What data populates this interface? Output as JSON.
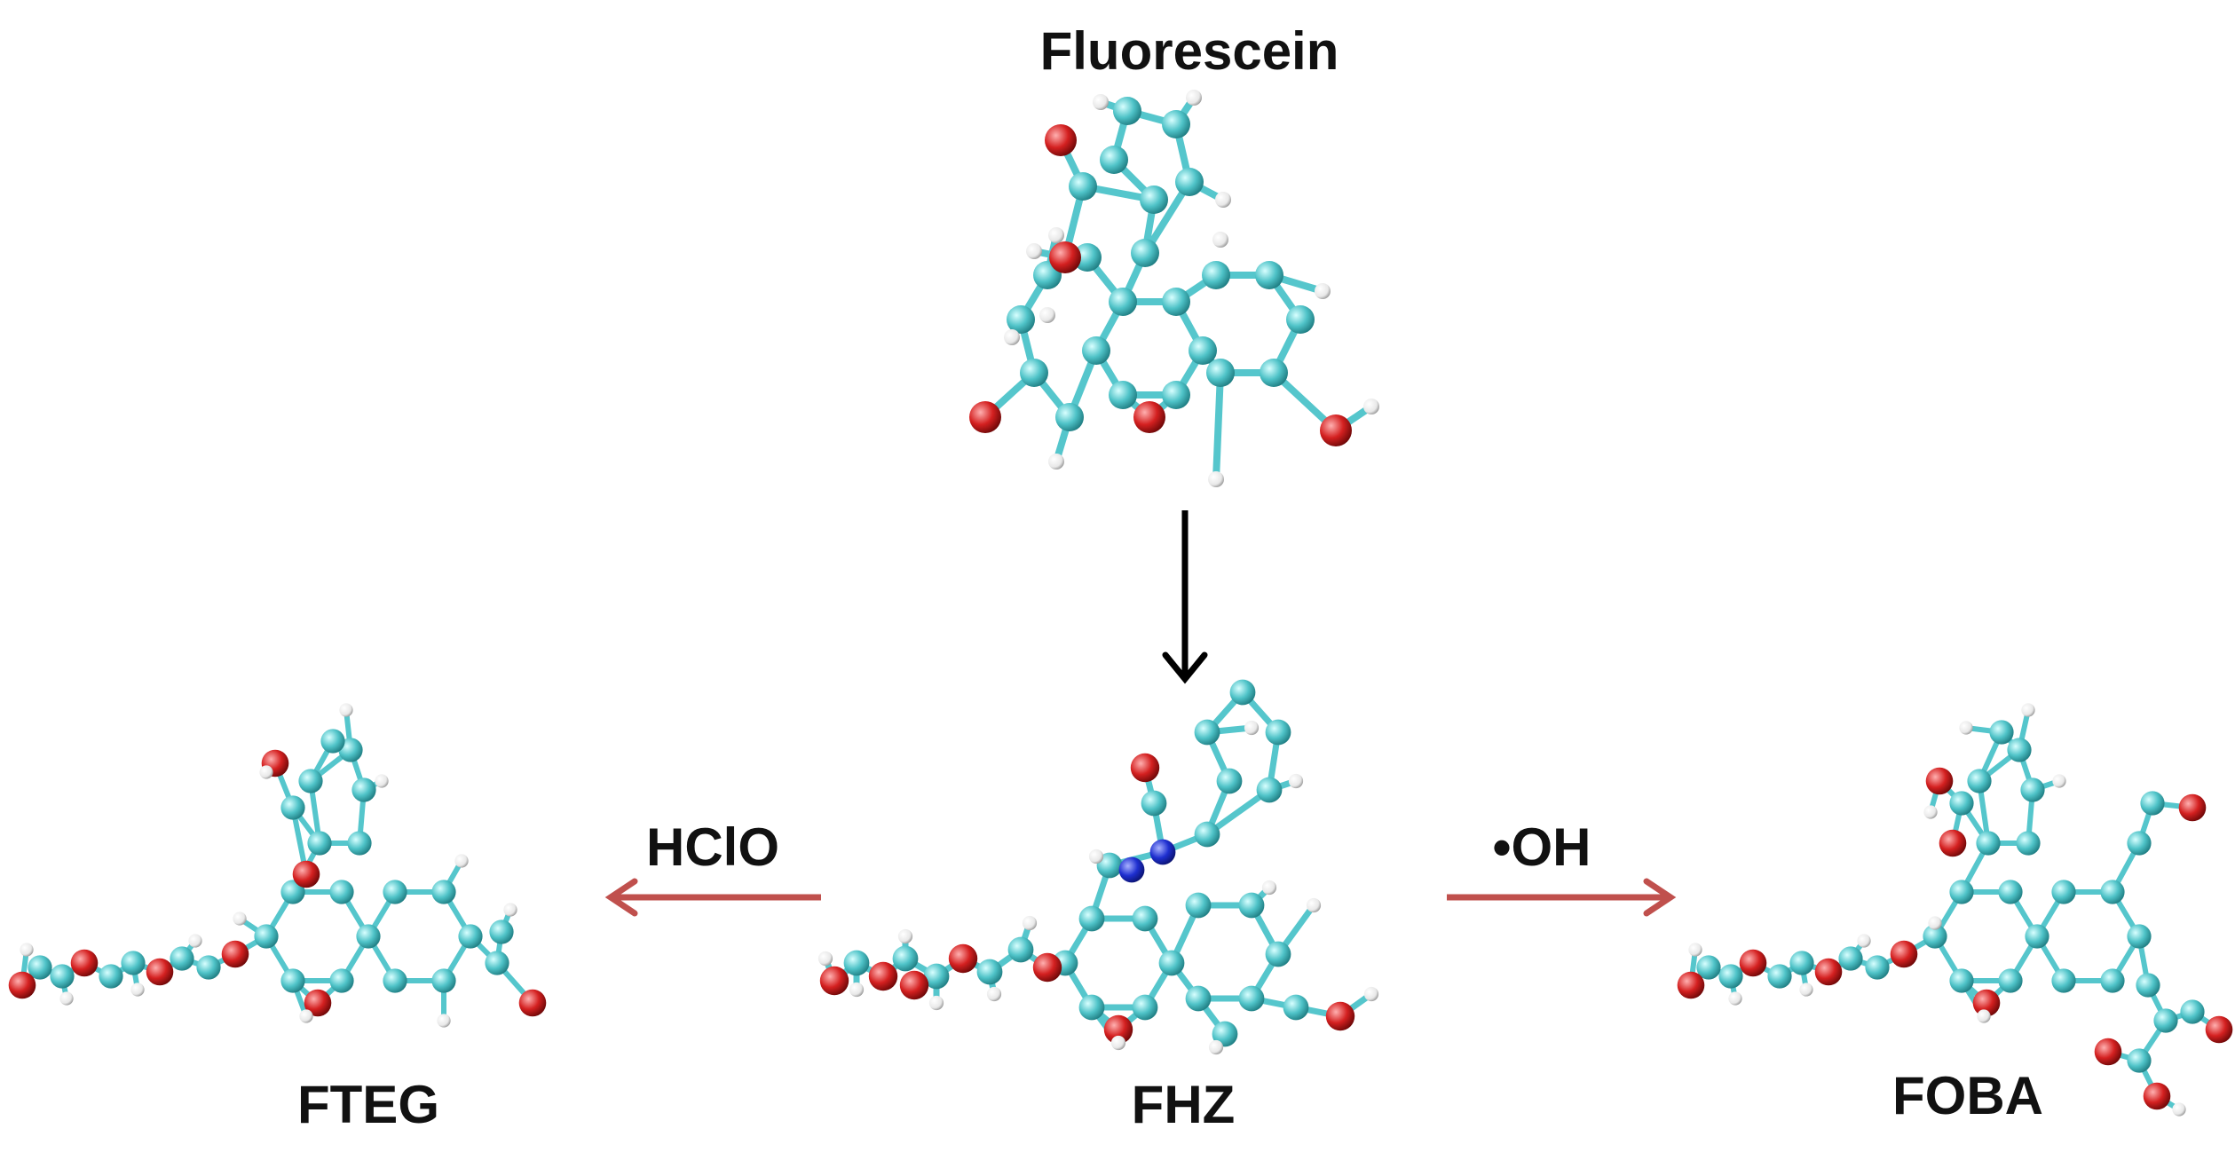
{
  "molecules": {
    "fluorescein": {
      "name": "Fluorescein"
    },
    "fteg": {
      "name": "FTEG"
    },
    "fhz": {
      "name": "FHZ"
    },
    "foba": {
      "name": "FOBA"
    }
  },
  "reactions": {
    "left": {
      "reagent": "HClO"
    },
    "right": {
      "reagent": "•OH"
    }
  },
  "colors": {
    "carbon": "#4fc3c8",
    "oxygen": "#d42020",
    "nitrogen": "#1e2fd0",
    "hydrogen": "#f2f2f2",
    "bond": "#55c6cc",
    "arrow_main": "#000000",
    "arrow_reagent": "#c0504d"
  }
}
